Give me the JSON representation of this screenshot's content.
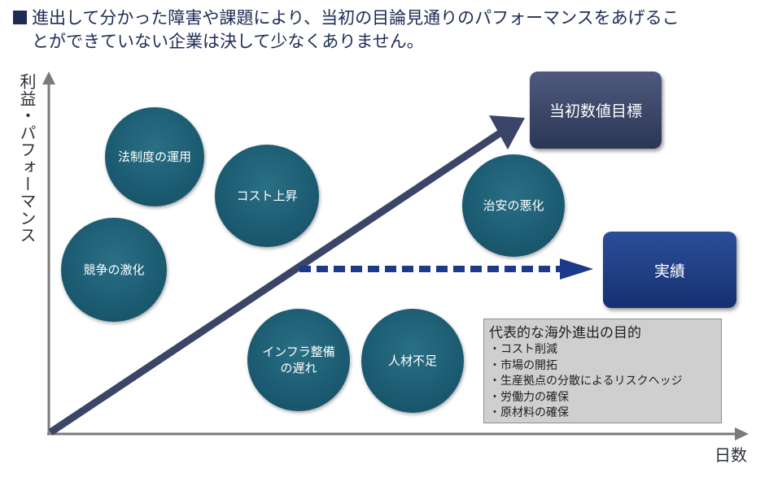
{
  "header": {
    "line1": "進出して分かった障害や課題により、当初の目論見通りのパフォーマンスをあげるこ",
    "line2": "とができていない企業は決して少なくありません。"
  },
  "axes": {
    "y_label": "利益・パフォーマンス",
    "x_label": "日数"
  },
  "obstacles": [
    {
      "label": "法制度の運用"
    },
    {
      "label": "コスト上昇"
    },
    {
      "label": "競争の激化"
    },
    {
      "label": "治安の悪化"
    },
    {
      "label": "インフラ整備の遅れ"
    },
    {
      "label": "人材不足"
    }
  ],
  "target_label": "当初数値目標",
  "actual_label": "実績",
  "purposes": {
    "title": "代表的な海外進出の目的",
    "items": [
      "・コスト削減",
      "・市場の開拓",
      "・生産拠点の分散によるリスクヘッジ",
      "・労働力の確保",
      "・原材料の確保"
    ]
  },
  "colors": {
    "navy": "#1e2c55",
    "circle_teal": "#1b5b71",
    "arrow_blue": "#1c3a8a",
    "target_box": "#3a4568",
    "actual_box": "#1d3a80"
  }
}
